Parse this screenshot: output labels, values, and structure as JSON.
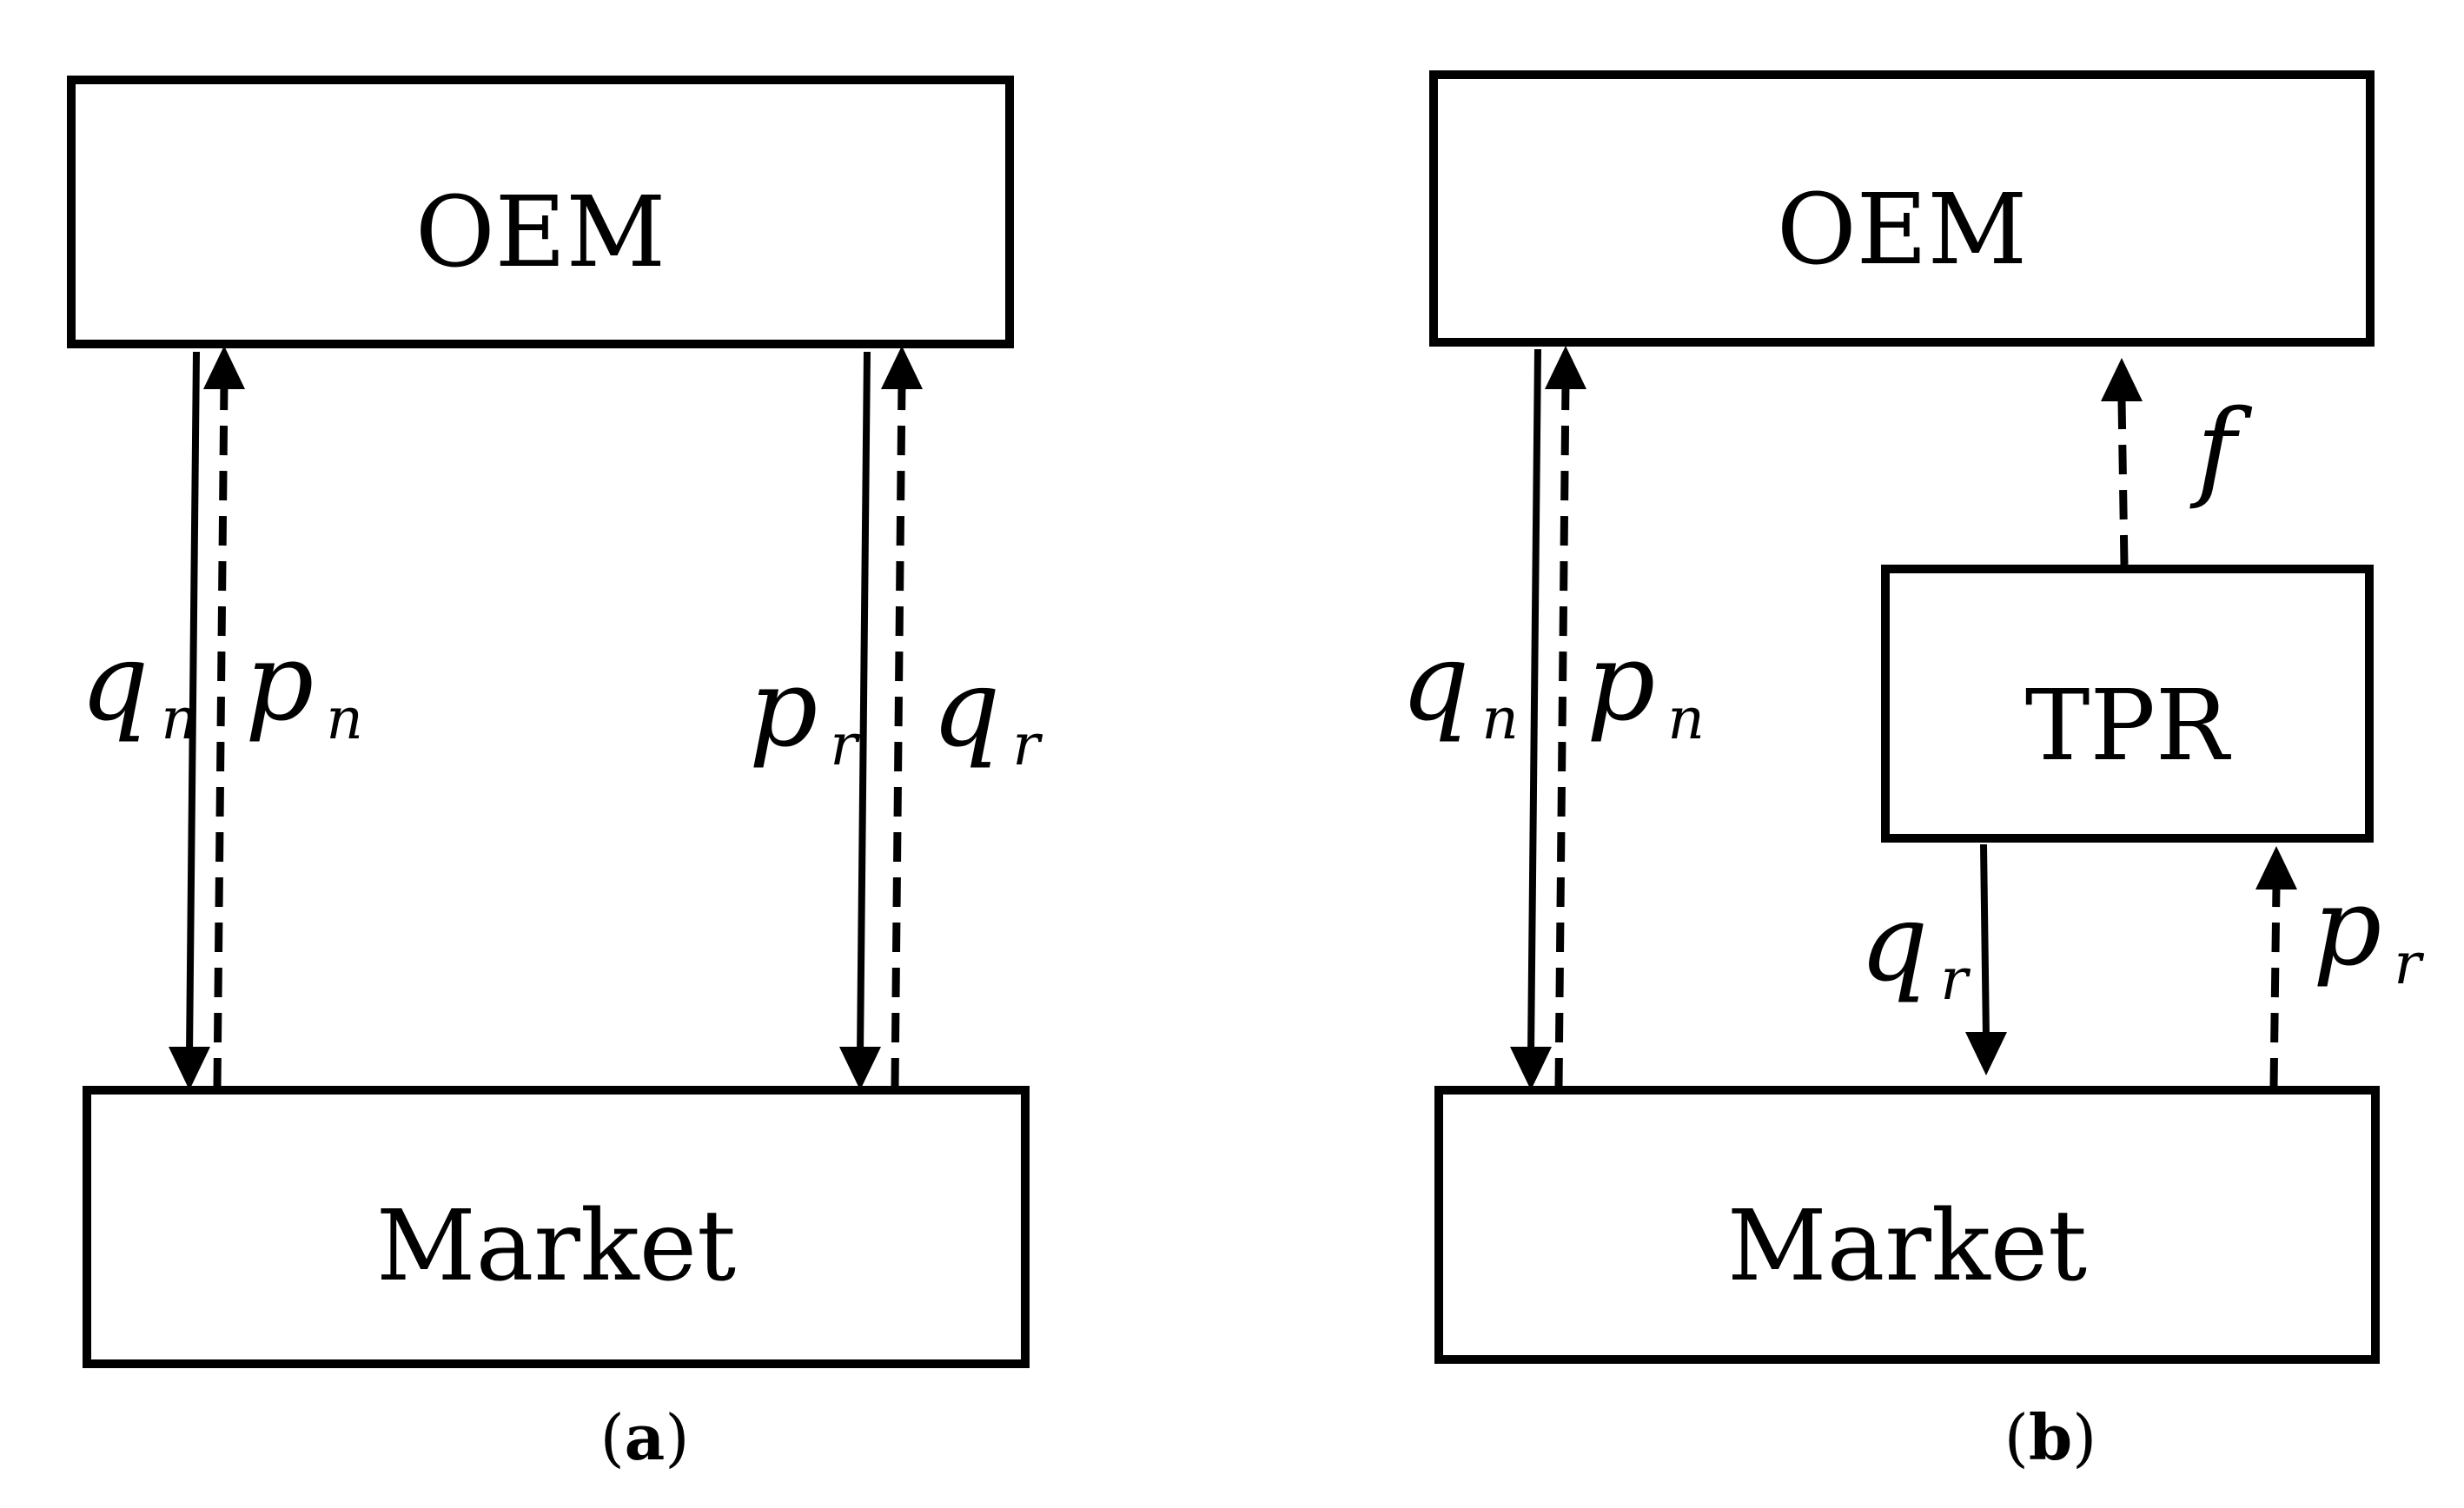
{
  "panel_a": {
    "oem_label": "OEM",
    "market_label": "Market",
    "flows": [
      {
        "symbol": "q",
        "subscript": "n"
      },
      {
        "symbol": "p",
        "subscript": "n"
      },
      {
        "symbol": "p",
        "subscript": "r"
      },
      {
        "symbol": "q",
        "subscript": "r"
      }
    ],
    "caption": {
      "open": "(",
      "letter": "a",
      "close": ")"
    }
  },
  "panel_b": {
    "oem_label": "OEM",
    "tpr_label": "TPR",
    "market_label": "Market",
    "fee_label": "f",
    "flows": [
      {
        "symbol": "q",
        "subscript": "n"
      },
      {
        "symbol": "p",
        "subscript": "n"
      },
      {
        "symbol": "q",
        "subscript": "r"
      },
      {
        "symbol": "p",
        "subscript": "r"
      }
    ],
    "caption": {
      "open": "(",
      "letter": "b",
      "close": ")"
    }
  }
}
